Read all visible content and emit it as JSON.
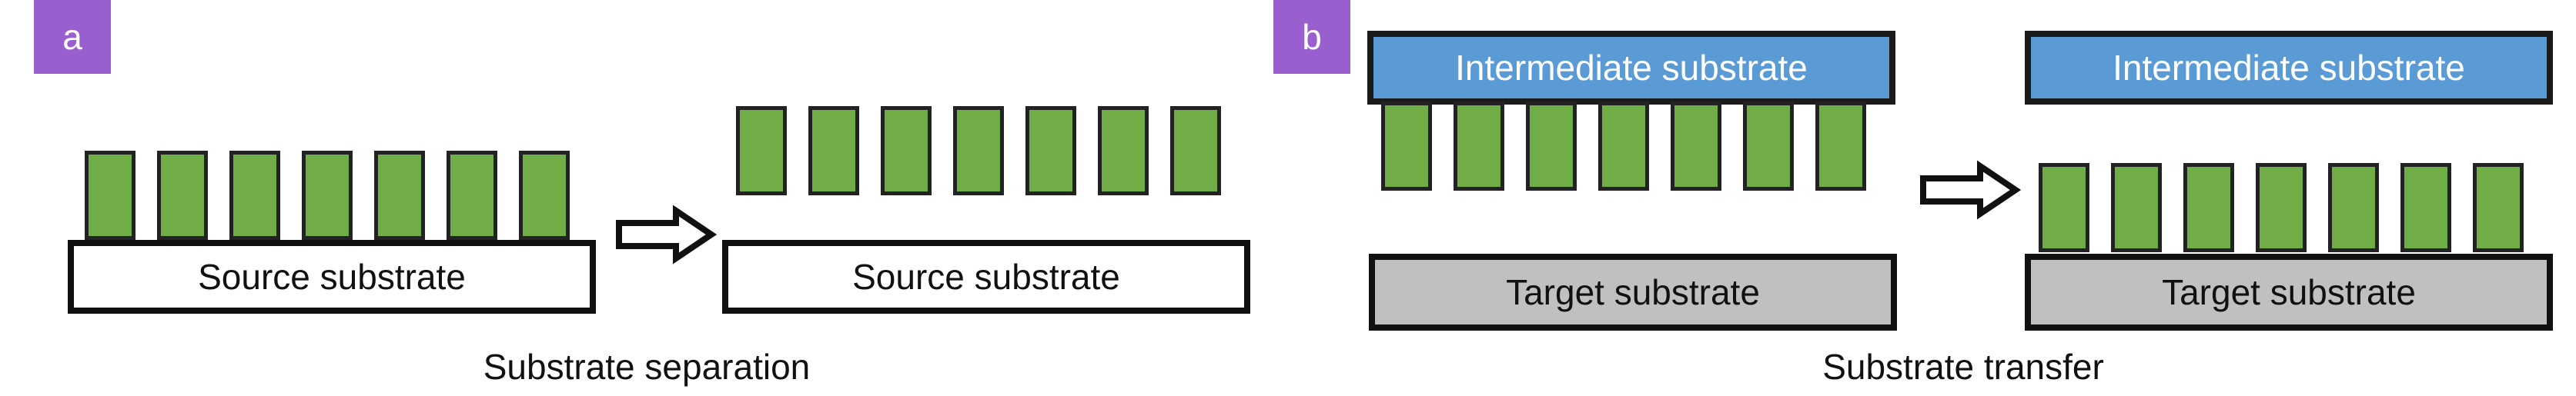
{
  "colors": {
    "tag": "#9a5fce",
    "pillar": "#70ad47",
    "intermediate": "#5b9bd5",
    "target": "#c0c0c0",
    "source": "#ffffff",
    "outline": "#111111"
  },
  "panel_a": {
    "tag": "a",
    "left_source": "Source substrate",
    "right_source": "Source substrate",
    "caption": "Substrate separation",
    "arrow_icon": "right-arrow-icon"
  },
  "panel_b": {
    "tag": "b",
    "left_intermediate": "Intermediate substrate",
    "left_target": "Target substrate",
    "right_intermediate": "Intermediate substrate",
    "right_target": "Target substrate",
    "caption": "Substrate transfer",
    "arrow_icon": "right-arrow-icon"
  }
}
